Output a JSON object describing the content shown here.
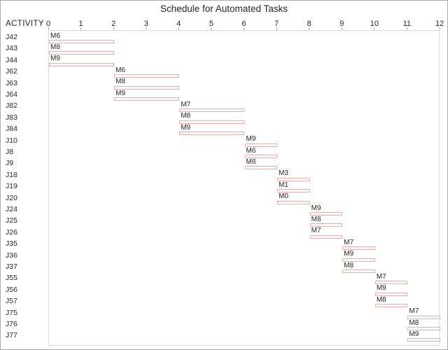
{
  "figure": {
    "title": "Schedule for Automated Tasks",
    "activity_axis_header": "ACTIVITY"
  },
  "chart_data": {
    "type": "bar",
    "variant": "gantt-schedule",
    "title": "Schedule for Automated Tasks",
    "ylabel": "ACTIVITY",
    "xlabel": "",
    "xlim": [
      0,
      12
    ],
    "x_ticks": [
      0,
      1,
      2,
      3,
      4,
      5,
      6,
      7,
      8,
      9,
      10,
      11,
      12
    ],
    "grid": false,
    "legend": false,
    "tasks": [
      {
        "activity": "J42",
        "machine": "M6",
        "start": 0,
        "end": 2
      },
      {
        "activity": "J43",
        "machine": "M8",
        "start": 0,
        "end": 2
      },
      {
        "activity": "J44",
        "machine": "M9",
        "start": 0,
        "end": 2
      },
      {
        "activity": "J62",
        "machine": "M6",
        "start": 2,
        "end": 4
      },
      {
        "activity": "J63",
        "machine": "M8",
        "start": 2,
        "end": 4
      },
      {
        "activity": "J64",
        "machine": "M9",
        "start": 2,
        "end": 4
      },
      {
        "activity": "J82",
        "machine": "M7",
        "start": 4,
        "end": 6
      },
      {
        "activity": "J83",
        "machine": "M8",
        "start": 4,
        "end": 6
      },
      {
        "activity": "J84",
        "machine": "M9",
        "start": 4,
        "end": 6
      },
      {
        "activity": "J10",
        "machine": "M9",
        "start": 6,
        "end": 7
      },
      {
        "activity": "J8",
        "machine": "M6",
        "start": 6,
        "end": 7
      },
      {
        "activity": "J9",
        "machine": "M8",
        "start": 6,
        "end": 7
      },
      {
        "activity": "J18",
        "machine": "M3",
        "start": 7,
        "end": 8
      },
      {
        "activity": "J19",
        "machine": "M1",
        "start": 7,
        "end": 8
      },
      {
        "activity": "J20",
        "machine": "M0",
        "start": 7,
        "end": 8
      },
      {
        "activity": "J24",
        "machine": "M9",
        "start": 8,
        "end": 9
      },
      {
        "activity": "J25",
        "machine": "M8",
        "start": 8,
        "end": 9
      },
      {
        "activity": "J26",
        "machine": "M7",
        "start": 8,
        "end": 9
      },
      {
        "activity": "J35",
        "machine": "M7",
        "start": 9,
        "end": 10
      },
      {
        "activity": "J36",
        "machine": "M9",
        "start": 9,
        "end": 10
      },
      {
        "activity": "J37",
        "machine": "M8",
        "start": 9,
        "end": 10
      },
      {
        "activity": "J55",
        "machine": "M7",
        "start": 10,
        "end": 11
      },
      {
        "activity": "J56",
        "machine": "M9",
        "start": 10,
        "end": 11
      },
      {
        "activity": "J57",
        "machine": "M8",
        "start": 10,
        "end": 11
      },
      {
        "activity": "J75",
        "machine": "M7",
        "start": 11,
        "end": 12
      },
      {
        "activity": "J76",
        "machine": "M8",
        "start": 11,
        "end": 12
      },
      {
        "activity": "J77",
        "machine": "M9",
        "start": 11,
        "end": 12
      }
    ]
  },
  "colors": {
    "bar_border": "#f4a9a1",
    "bar_fill": "#fffdfd",
    "text": "#262626",
    "plot_border": "#dcdcdc",
    "figure_border": "#ababab",
    "tick_mark": "#b0b0b0"
  }
}
